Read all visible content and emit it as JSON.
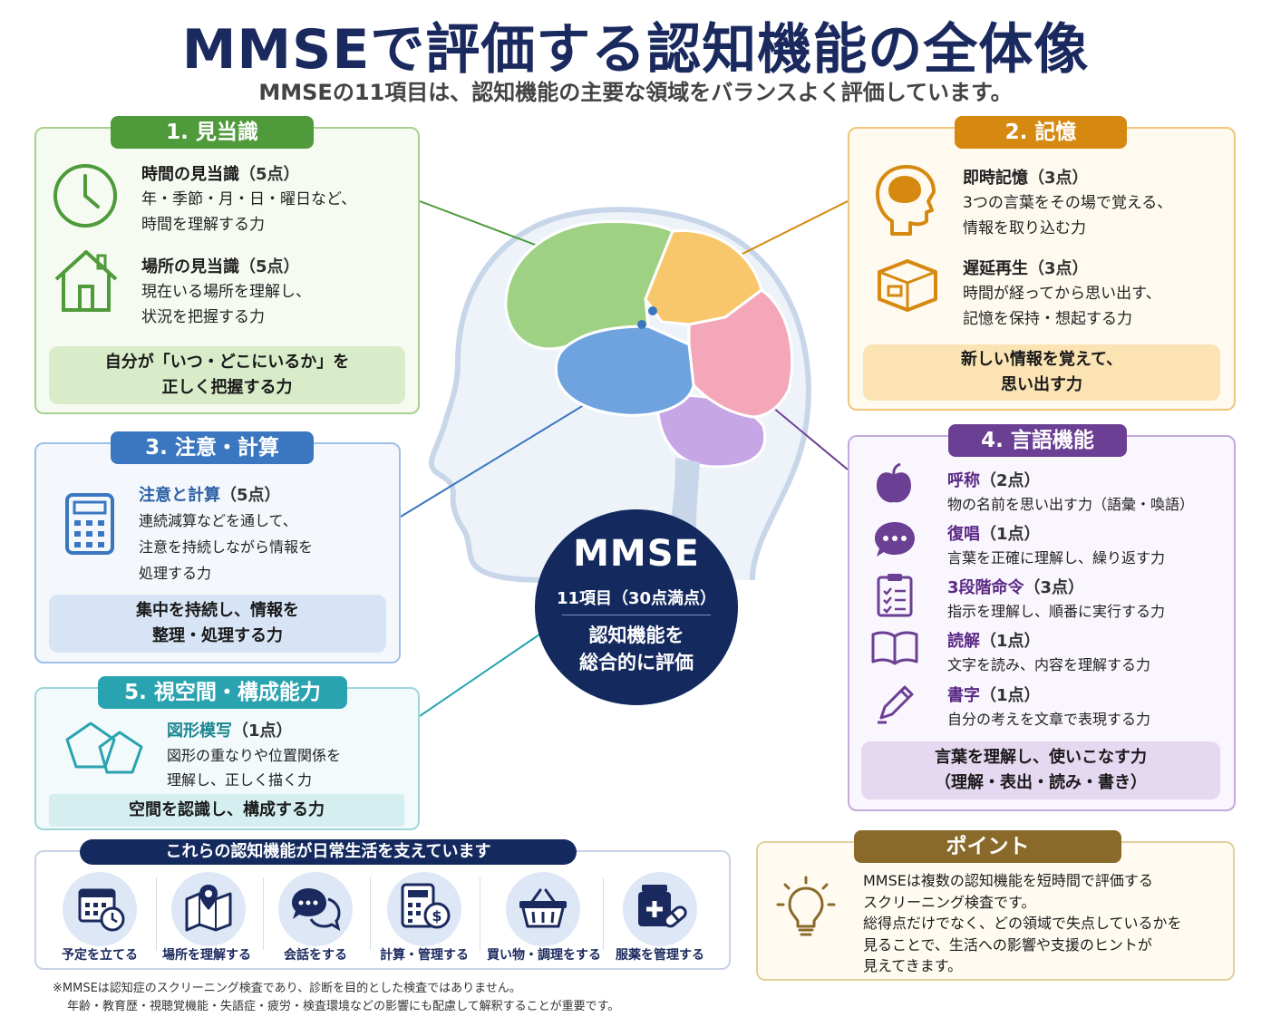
{
  "title": "MMSEで評価する認知機能の全体像",
  "subtitle": "MMSEの11項目は、認知機能の主要な領域をバランスよく評価しています。",
  "colors": {
    "navy": "#1b2a5e",
    "orientation": "#4f9a3a",
    "memory": "#d68910",
    "attention": "#3a77c0",
    "language": "#6b3f93",
    "visuospatial": "#2aa3b0",
    "point": "#8a6a2a"
  },
  "orientation": {
    "tag": "1. 見当識",
    "items": [
      {
        "icon": "clock-icon",
        "title": "時間の見当識",
        "points": "（5点）",
        "desc": "年・季節・月・日・曜日など、\n時間を理解する力"
      },
      {
        "icon": "house-icon",
        "title": "場所の見当識",
        "points": "（5点）",
        "desc": "現在いる場所を理解し、\n状況を把握する力"
      }
    ],
    "summary": "自分が「いつ・どこにいるか」を\n正しく把握する力"
  },
  "memory": {
    "tag": "2. 記憶",
    "items": [
      {
        "icon": "brain-head-icon",
        "title": "即時記憶",
        "points": "（3点）",
        "desc": "3つの言葉をその場で覚える、\n情報を取り込む力"
      },
      {
        "icon": "box-icon",
        "title": "遅延再生",
        "points": "（3点）",
        "desc": "時間が経ってから思い出す、\n記憶を保持・想起する力"
      }
    ],
    "summary": "新しい情報を覚えて、\n思い出す力"
  },
  "attention": {
    "tag": "3. 注意・計算",
    "item": {
      "icon": "calculator-icon",
      "title": "注意と計算",
      "points": "（5点）",
      "desc": "連続減算などを通して、\n注意を持続しながら情報を\n処理する力"
    },
    "summary": "集中を持続し、情報を\n整理・処理する力"
  },
  "language": {
    "tag": "4. 言語機能",
    "items": [
      {
        "icon": "apple-icon",
        "title": "呼称",
        "points": "（2点）",
        "desc": "物の名前を思い出す力（語彙・喚語）"
      },
      {
        "icon": "speech-bubble-icon",
        "title": "復唱",
        "points": "（1点）",
        "desc": "言葉を正確に理解し、繰り返す力"
      },
      {
        "icon": "clipboard-icon",
        "title": "3段階命令",
        "points": "（3点）",
        "desc": "指示を理解し、順番に実行する力"
      },
      {
        "icon": "book-icon",
        "title": "読解",
        "points": "（1点）",
        "desc": "文字を読み、内容を理解する力"
      },
      {
        "icon": "pencil-icon",
        "title": "書字",
        "points": "（1点）",
        "desc": "自分の考えを文章で表現する力"
      }
    ],
    "summary": "言葉を理解し、使いこなす力\n（理解・表出・読み・書き）"
  },
  "visuospatial": {
    "tag": "5. 視空間・構成能力",
    "item": {
      "icon": "pentagons-icon",
      "title": "図形模写",
      "points": "（1点）",
      "desc": "図形の重なりや位置関係を\n理解し、正しく描く力"
    },
    "summary": "空間を認識し、構成する力"
  },
  "center": {
    "name": "MMSE",
    "items": "11項目（30点満点）",
    "desc": "認知機能を\n総合的に評価"
  },
  "daily": {
    "header": "これらの認知機能が日常生活を支えています",
    "items": [
      {
        "icon": "calendar-icon",
        "label": "予定を立てる"
      },
      {
        "icon": "map-icon",
        "label": "場所を理解する"
      },
      {
        "icon": "conversation-icon",
        "label": "会話をする"
      },
      {
        "icon": "money-calculator-icon",
        "label": "計算・管理する"
      },
      {
        "icon": "basket-icon",
        "label": "買い物・調理をする"
      },
      {
        "icon": "medicine-icon",
        "label": "服薬を管理する"
      }
    ]
  },
  "point": {
    "tag": "ポイント",
    "lines": [
      "MMSEは複数の認知機能を短時間で評価する",
      "スクリーニング検査です。",
      "総得点だけでなく、どの領域で失点しているかを",
      "見ることで、生活への影響や支援のヒントが",
      "見えてきます。"
    ]
  },
  "footnote": {
    "line1": "※MMSEは認知症のスクリーニング検査であり、診断を目的とした検査ではありません。",
    "line2": "年齢・教育歴・視聴覚機能・失語症・疲労・検査環境などの影響にも配慮して解釈することが重要です。"
  }
}
